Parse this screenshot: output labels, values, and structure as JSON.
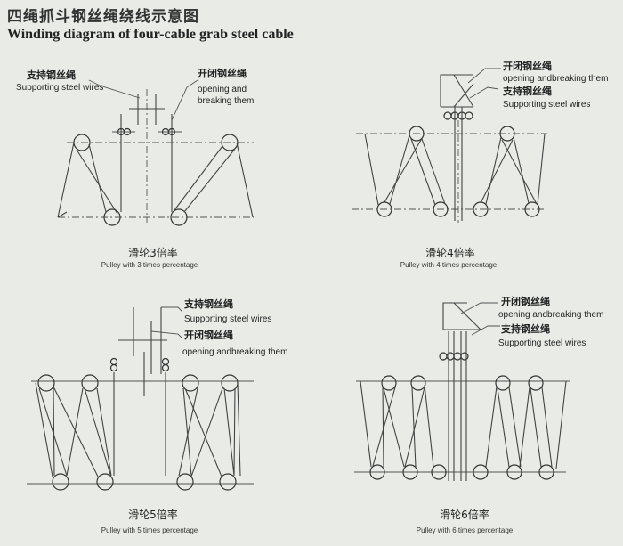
{
  "header": {
    "title_zh": "四绳抓斗钢丝绳绕线示意图",
    "title_en": "Winding diagram of four-cable grab steel cable"
  },
  "labels": {
    "supporting_zh": "支持钢丝绳",
    "supporting_en": "Supporting steel wires",
    "opening_zh": "开闭钢丝绳",
    "opening_en_two_line_1": "opening and",
    "opening_en_two_line_2": "breaking them",
    "opening_en": "opening andbreaking them"
  },
  "diagrams": [
    {
      "caption_zh": "滑轮3倍率",
      "caption_en": "Pulley with 3 times percentage"
    },
    {
      "caption_zh": "滑轮4倍率",
      "caption_en": "Pulley with 4 times percentage"
    },
    {
      "caption_zh": "滑轮5倍率",
      "caption_en": "Pulley with 5 times percentage"
    },
    {
      "caption_zh": "滑轮6倍率",
      "caption_en": "Pulley with 6 times percentage"
    }
  ]
}
